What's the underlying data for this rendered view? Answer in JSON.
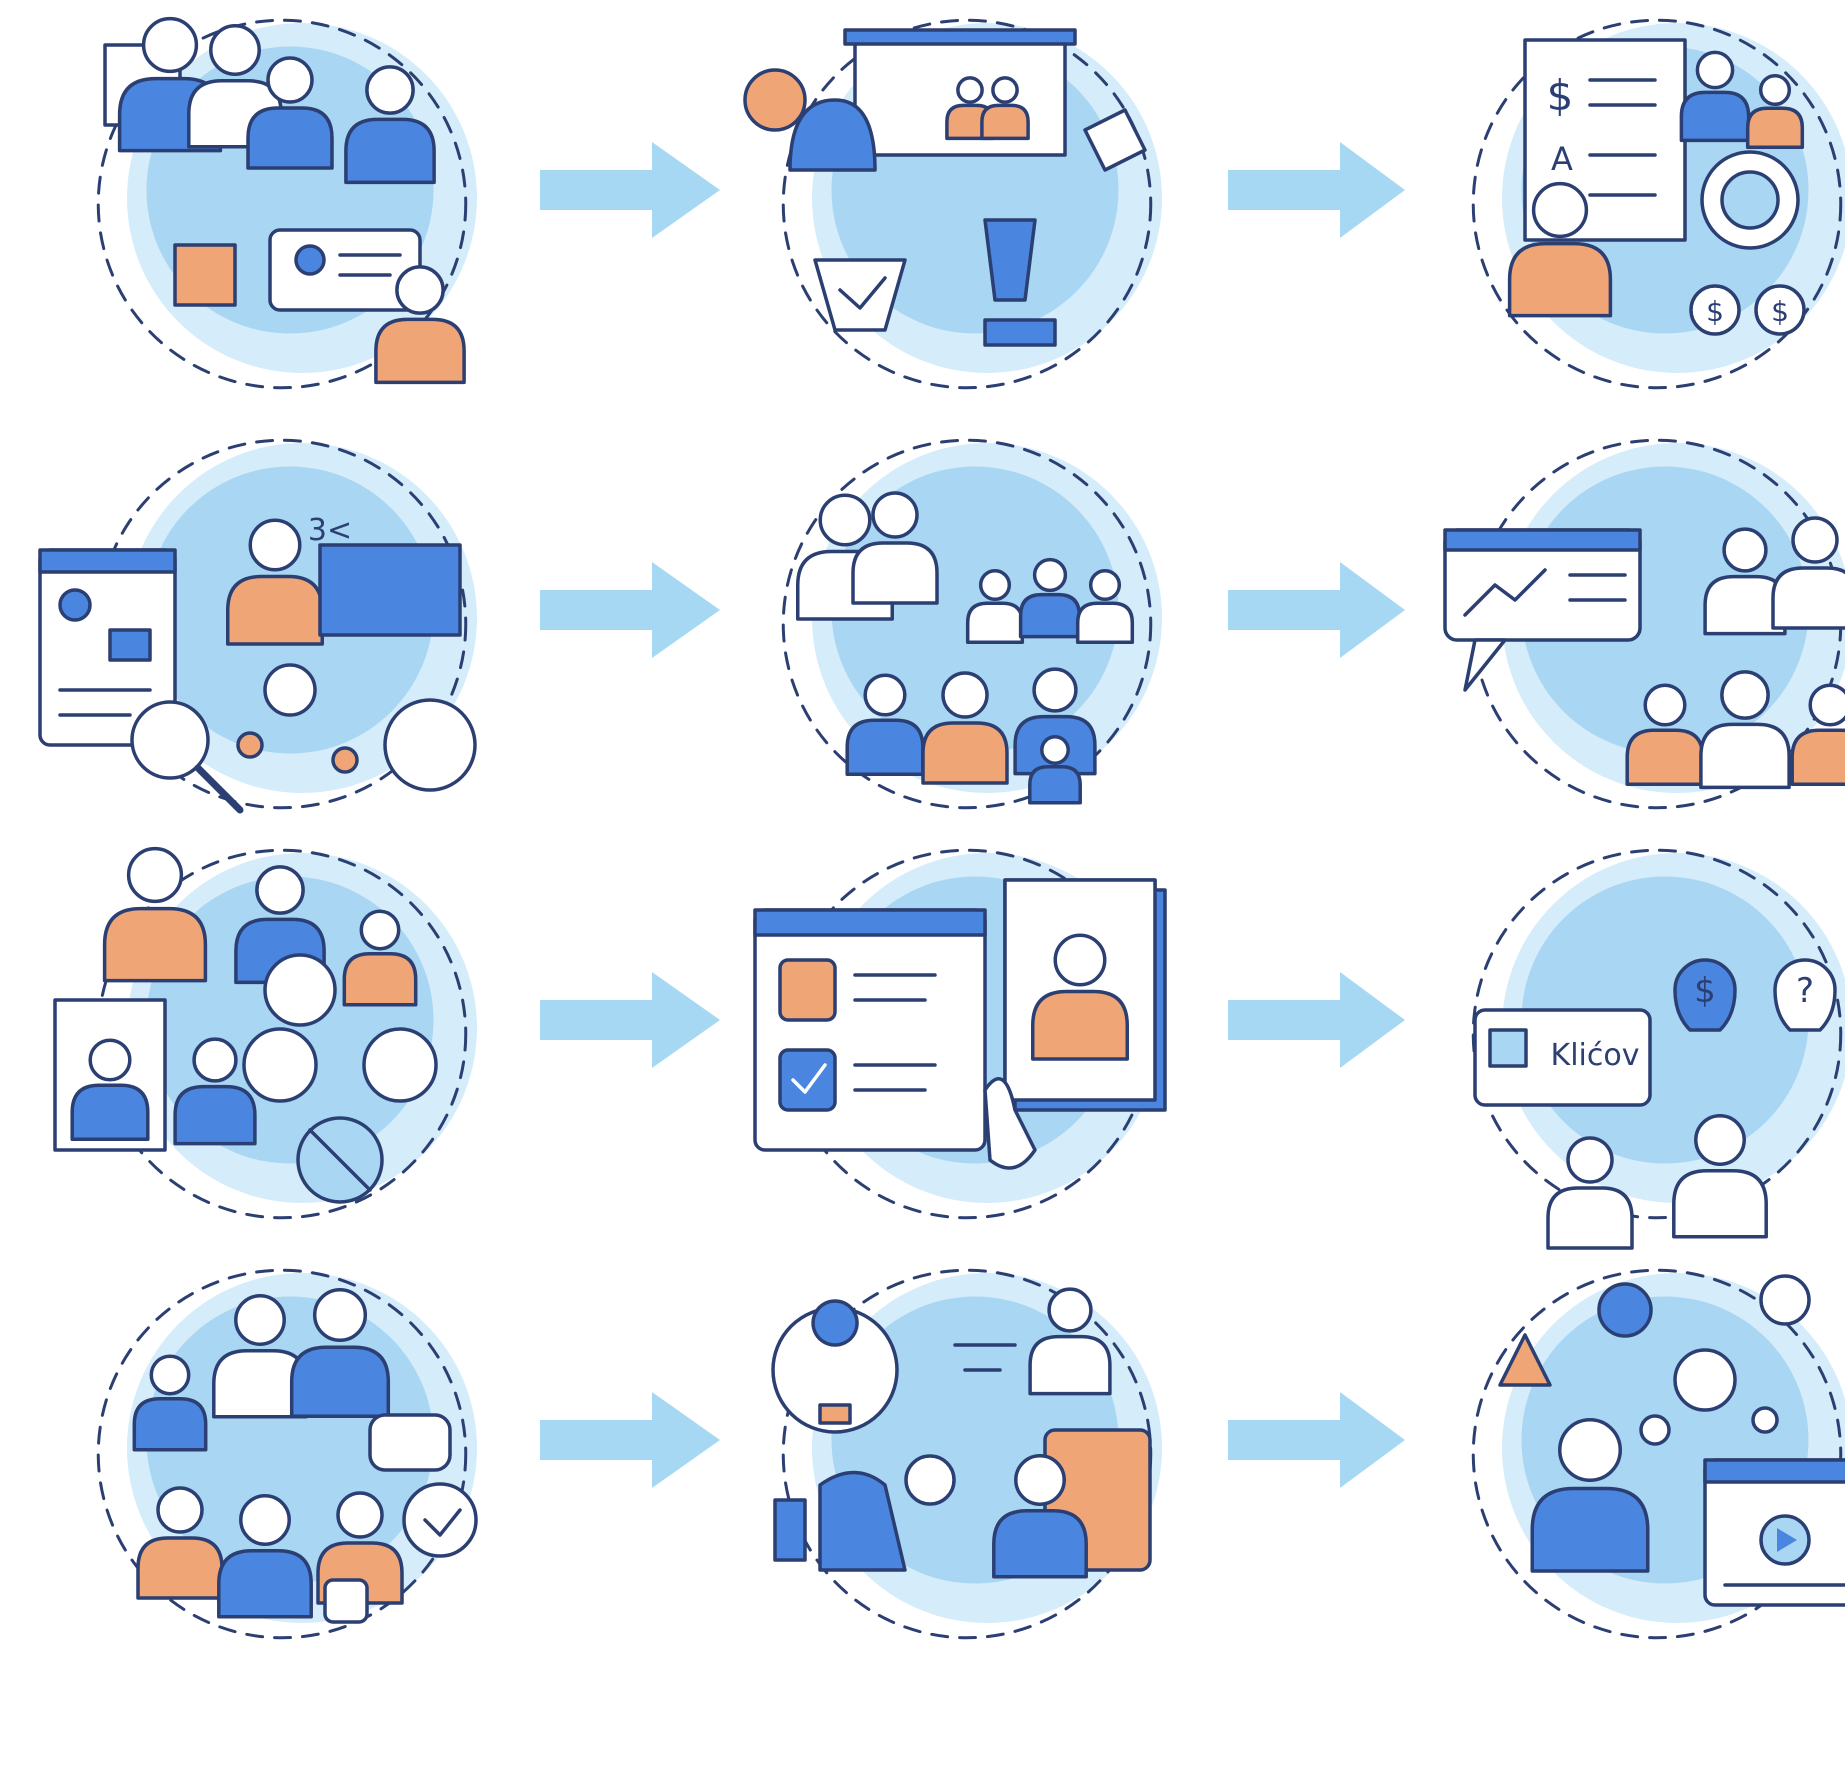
{
  "colors": {
    "outline": "#2b3f73",
    "blue": "#4a86e0",
    "blue_light": "#a9d6f2",
    "blue_pale": "#d5ecfa",
    "orange": "#f0a577",
    "white": "#ffffff",
    "arrow": "#a7d8f3"
  },
  "rows": [
    {
      "cells": [
        {
          "name": "group-meeting",
          "icons": [
            "person-icon",
            "id-card-icon",
            "box-icon"
          ],
          "labels": []
        },
        {
          "name": "presentation-training",
          "icons": [
            "chair-icon",
            "monitor-icon",
            "chess-icon"
          ],
          "labels": []
        },
        {
          "name": "financial-document",
          "icons": [
            "document-icon",
            "money-icon",
            "person-icon"
          ],
          "labels": [
            "$",
            "A",
            "$",
            "$"
          ]
        }
      ]
    },
    {
      "cells": [
        {
          "name": "profile-review",
          "icons": [
            "profile-card-icon",
            "magnifier-icon",
            "person-icon"
          ],
          "labels": [
            "3<"
          ]
        },
        {
          "name": "team-crowd",
          "icons": [
            "person-icon",
            "crowd-icon"
          ],
          "labels": []
        },
        {
          "name": "analytics-team",
          "icons": [
            "chart-bubble-icon",
            "person-icon"
          ],
          "labels": []
        }
      ]
    },
    {
      "cells": [
        {
          "name": "network-people",
          "icons": [
            "person-icon",
            "network-icon",
            "portrait-card-icon"
          ],
          "labels": []
        },
        {
          "name": "resume-selection",
          "icons": [
            "browser-window-icon",
            "checkmark-icon",
            "hand-pointer-icon"
          ],
          "labels": []
        },
        {
          "name": "idea-questions",
          "icons": [
            "speech-bubble-icon",
            "dollar-bulb-icon",
            "question-bulb-icon"
          ],
          "labels": [
            "Klićov",
            "$",
            "?"
          ]
        }
      ]
    },
    {
      "cells": [
        {
          "name": "office-team",
          "icons": [
            "person-icon",
            "chat-icon",
            "clock-icon"
          ],
          "labels": []
        },
        {
          "name": "creative-idea",
          "icons": [
            "light-bulb-icon",
            "person-icon",
            "chair-icon"
          ],
          "labels": []
        },
        {
          "name": "online-learning",
          "icons": [
            "person-icon",
            "video-player-icon",
            "network-icon"
          ],
          "labels": []
        }
      ]
    }
  ],
  "arrows": [
    "arrow-right-icon",
    "arrow-right-icon"
  ]
}
